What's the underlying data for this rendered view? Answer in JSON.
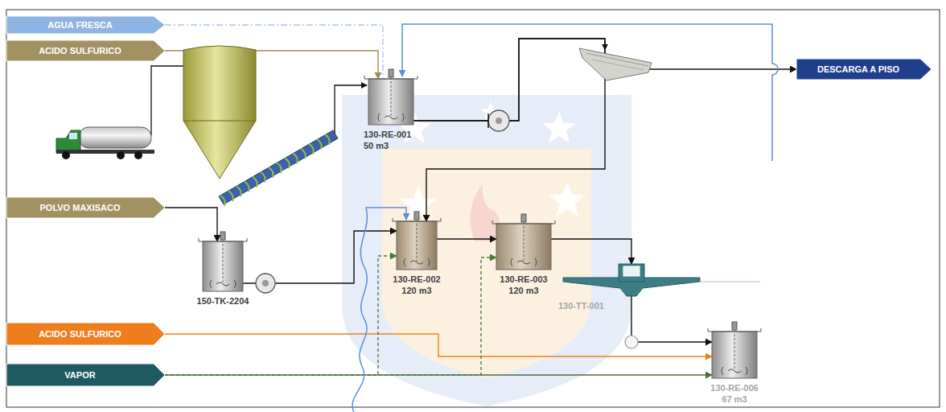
{
  "diagram": {
    "nodes": [
      {
        "text": [
          "AGUA FRESCA"
        ]
      },
      {
        "text": [
          "ACIDO SULFURICO"
        ]
      },
      {
        "text": [
          "130-RE-001",
          "50 m3"
        ]
      },
      {
        "text": [
          "DESCARGA A PISO"
        ]
      },
      {
        "text": [
          "POLVO MAXISACO"
        ]
      },
      {
        "text": [
          "150-TK-2204"
        ]
      },
      {
        "text": [
          "130-RE-002",
          "120 m3"
        ]
      },
      {
        "text": [
          "130-RE-003",
          "120 m3"
        ]
      },
      {
        "text": [
          "130-TT-001"
        ]
      },
      {
        "text": [
          "ACIDO SULFURICO"
        ]
      },
      {
        "text": [
          "VAPOR"
        ]
      },
      {
        "text": [
          "130-RE-006",
          "67 m3"
        ]
      }
    ],
    "edges": [
      {
        "from": 0,
        "to": 2,
        "arrow": "none"
      },
      {
        "from": 1,
        "to": 2,
        "arrow": "to"
      },
      {
        "from": 2,
        "to": 3,
        "arrow": "to"
      },
      {
        "from": 2,
        "to": 6,
        "arrow": "to"
      },
      {
        "from": 4,
        "to": 5,
        "arrow": "to"
      },
      {
        "from": 5,
        "to": 6,
        "arrow": "to"
      },
      {
        "from": 6,
        "to": 7,
        "arrow": "to"
      },
      {
        "from": 7,
        "to": 8,
        "arrow": "to"
      },
      {
        "from": 8,
        "to": 11,
        "arrow": "to"
      },
      {
        "from": 9,
        "to": 11,
        "arrow": "to"
      },
      {
        "from": 10,
        "to": 11,
        "arrow": "to"
      },
      {
        "from": 10,
        "to": 6,
        "arrow": "to"
      },
      {
        "from": 10,
        "to": 7,
        "arrow": "to"
      }
    ]
  }
}
